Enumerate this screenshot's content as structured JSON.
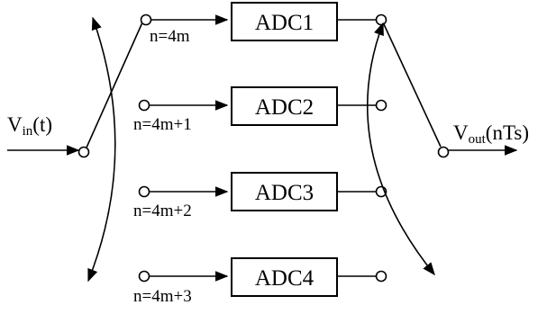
{
  "input_label": {
    "main": "V",
    "sub": "in",
    "rest": "(t)"
  },
  "output_label": {
    "main": "V",
    "sub": "out",
    "rest": "(nTs)"
  },
  "channels": [
    {
      "adc": "ADC1",
      "index": "n=4m"
    },
    {
      "adc": "ADC2",
      "index": "n=4m+1"
    },
    {
      "adc": "ADC3",
      "index": "n=4m+2"
    },
    {
      "adc": "ADC4",
      "index": "n=4m+3"
    }
  ]
}
